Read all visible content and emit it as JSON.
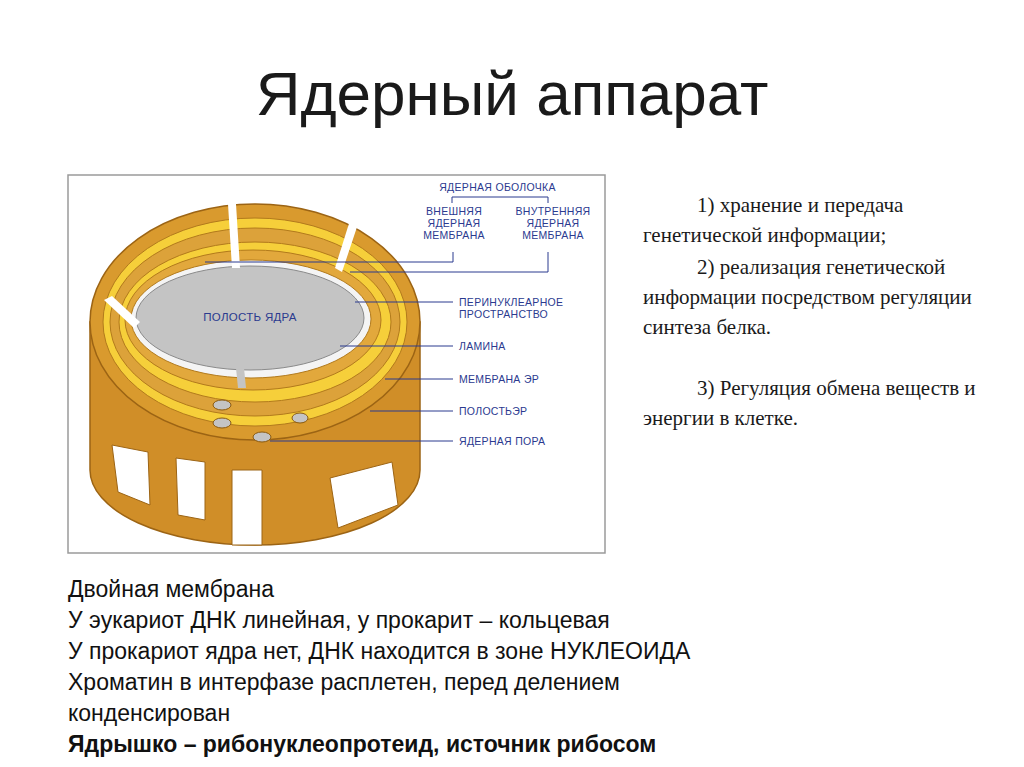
{
  "diagram": {
    "title": "Ядерный аппарат",
    "labels": [
      "ЯДЕРНАЯ ОБОЛОЧКА",
      "ВНЕШНЯЯ ЯДЕРНАЯ МЕМБРАНА",
      "ВНУТРЕННЯЯ ЯДЕРНАЯ МЕМБРАНА",
      "ПОЛОСТЬ ЯДРА",
      "ПЕРИНУКЛЕАРНОЕ ПРОСТРАНСТВО",
      "ЛАМИНА",
      "МЕМБРАНА ЭР",
      "ПОЛОСТЬЭР",
      "ЯДЕРНАЯ ПОРА",
      "1) хранение и передача генетической информации;",
      "2) реализация генетической информации посредством регуляции синтеза белка.",
      "3) Регуляция обмена веществ и энергии в клетке.",
      "Двойная мембрана",
      "У эукариот ДНК линейная, у прокарит – кольцевая",
      "У прокариот ядра нет, ДНК находится в зоне НУКЛЕОИДА",
      "Хроматин в интерфазе расплетен, перед делением конденсирован",
      "Ядрышко – рибонуклеопротеид, источник рибосом"
    ]
  }
}
